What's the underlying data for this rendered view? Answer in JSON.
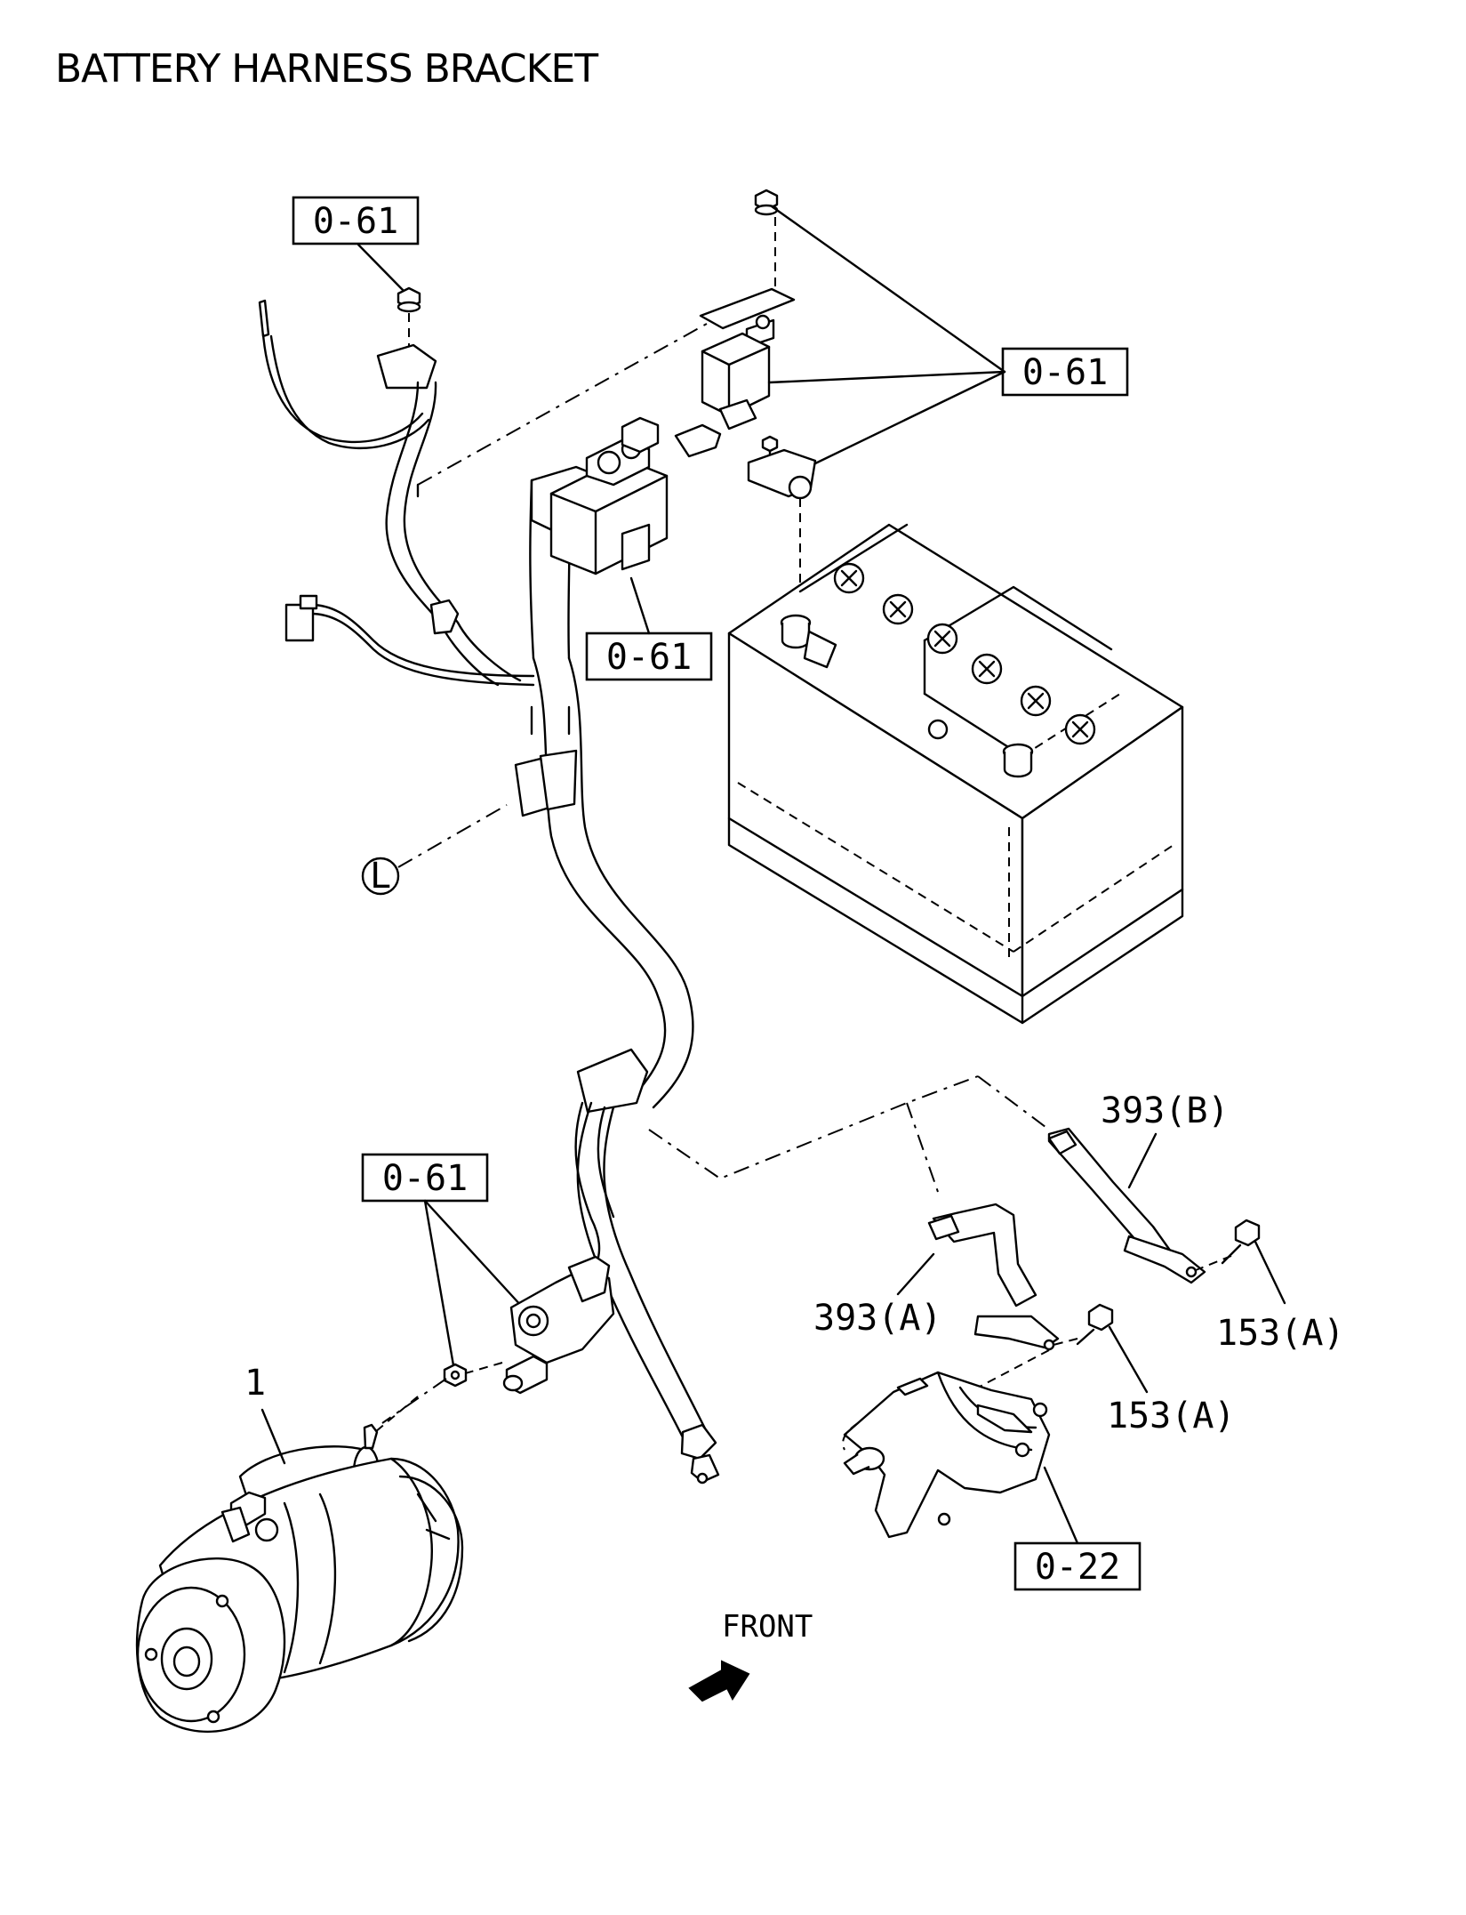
{
  "title": "BATTERY HARNESS BRACKET",
  "callouts": {
    "c1": "0-61",
    "c2": "0-61",
    "c3": "0-61",
    "c4": "0-61",
    "c5": "0-22"
  },
  "labels": {
    "l_marker": "L",
    "item_1": "1",
    "item_393b": "393(B)",
    "item_393a": "393(A)",
    "item_153a_right": "153(A)",
    "item_153a_mid": "153(A)",
    "front": "FRONT"
  },
  "icons": {
    "front_arrow": "front-arrow-icon",
    "battery": "battery-icon",
    "starter_motor": "starter-motor-icon"
  }
}
